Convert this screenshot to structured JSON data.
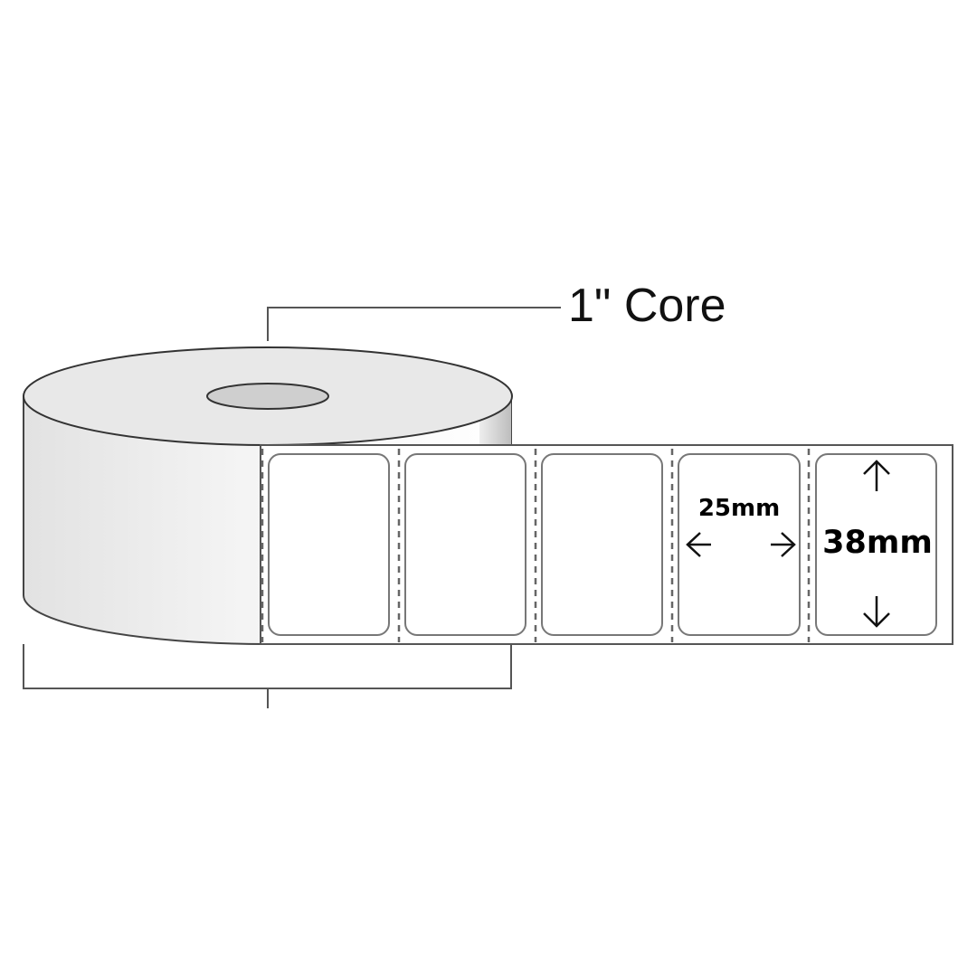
{
  "diagram": {
    "core_label": "1\" Core",
    "label_width": "25mm",
    "label_height": "38mm",
    "label_count": 5
  },
  "colors": {
    "stroke": "#555555",
    "core_fill": "#cfcfcf",
    "roll_top": "#e6e6e6"
  }
}
